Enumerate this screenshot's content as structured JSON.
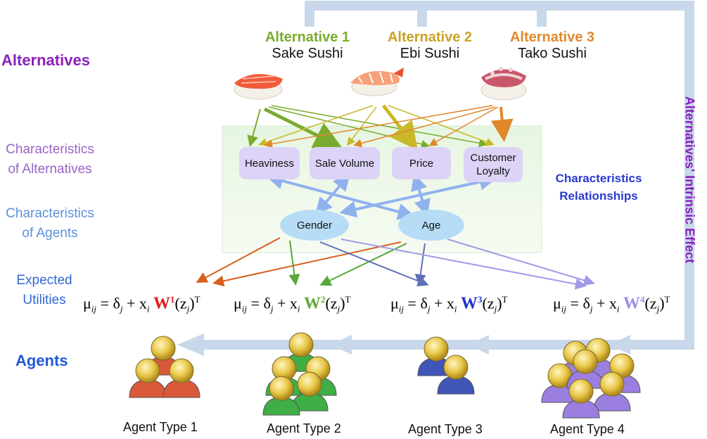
{
  "row_labels": {
    "alternatives": "Alternatives",
    "char_alt_line1": "Characteristics",
    "char_alt_line2": "of Alternatives",
    "char_agent_line1": "Characteristics",
    "char_agent_line2": "of Agents",
    "expected_line1": "Expected",
    "expected_line2": "Utilities",
    "agents": "Agents"
  },
  "alternatives": [
    {
      "title": "Alternative 1",
      "name": "Sake Sushi",
      "color": "#7aab2e"
    },
    {
      "title": "Alternative 2",
      "name": "Ebi Sushi",
      "color": "#c9a227"
    },
    {
      "title": "Alternative 3",
      "name": "Tako Sushi",
      "color": "#e0882c"
    }
  ],
  "characteristics": {
    "heaviness": "Heaviness",
    "sale_volume": "Sale Volume",
    "price": "Price",
    "customer_loyalty_line1": "Customer",
    "customer_loyalty_line2": "Loyalty"
  },
  "agent_characteristics": {
    "gender": "Gender",
    "age": "Age"
  },
  "relationships_label_line1": "Characteristics",
  "relationships_label_line2": "Relationships",
  "side_label": "Alternatives' Intrinsic Effect",
  "formulas": [
    {
      "mu": "μ",
      "mu_sub": "ij",
      "eq": " = δ",
      "d_sub": "j",
      "plus": " + x",
      "x_sub": "i",
      "w": "W",
      "w_sup": "1",
      "w_color": "#e01b1b",
      "z": "(z",
      "z_sub": "j",
      "z_close": ")",
      "t_sup": "T"
    },
    {
      "mu": "μ",
      "mu_sub": "ij",
      "eq": " = δ",
      "d_sub": "j",
      "plus": " + x",
      "x_sub": "i",
      "w": "W",
      "w_sup": "2",
      "w_color": "#5fa83a",
      "z": "(z",
      "z_sub": "j",
      "z_close": ")",
      "t_sup": "T"
    },
    {
      "mu": "μ",
      "mu_sub": "ij",
      "eq": " = δ",
      "d_sub": "j",
      "plus": " + x",
      "x_sub": "i",
      "w": "W",
      "w_sup": "3",
      "w_color": "#1f33c8",
      "z": "(z",
      "z_sub": "j",
      "z_close": ")",
      "t_sup": "T"
    },
    {
      "mu": "μ",
      "mu_sub": "ij",
      "eq": " = δ",
      "d_sub": "j",
      "plus": " + x",
      "x_sub": "i",
      "w": "W",
      "w_sup": "4",
      "w_color": "#9b8ee6",
      "z": "(z",
      "z_sub": "j",
      "z_close": ")",
      "t_sup": "T"
    }
  ],
  "agent_types": [
    {
      "label": "Agent Type 1",
      "color": "#d9583a"
    },
    {
      "label": "Agent Type 2",
      "color": "#3fae45"
    },
    {
      "label": "Agent Type 3",
      "color": "#3f55b8"
    },
    {
      "label": "Agent Type 4",
      "color": "#9b7fe0"
    }
  ],
  "colors": {
    "alternatives_label": "#8a1fbd",
    "char_alt_label": "#9a63c8",
    "char_agent_label": "#5d8fdc",
    "expected_label": "#2f68d6",
    "agents_label": "#2459d8",
    "relationships_label": "#2a3ad0",
    "side_label": "#8a1fbd",
    "flow_arrow": "#c8d8ea"
  }
}
